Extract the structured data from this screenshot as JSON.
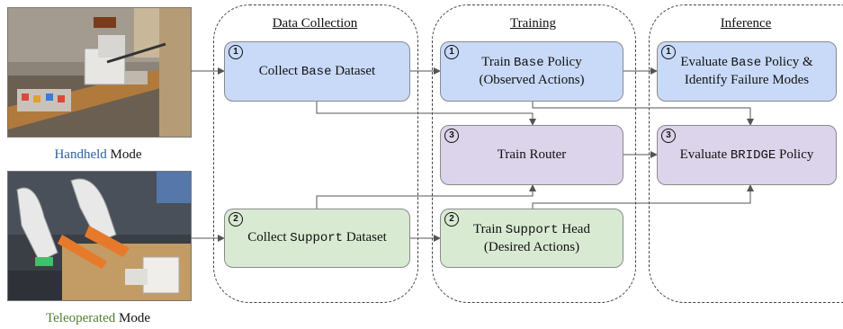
{
  "modes": {
    "handheld": {
      "accent": "Handheld",
      "rest": " Mode",
      "color": "#2f5f9e"
    },
    "teleoperated": {
      "accent": "Teleoperated",
      "rest": " Mode",
      "color": "#4f7f2f"
    }
  },
  "columns": {
    "data_collection": "Data Collection",
    "training": "Training",
    "inference": "Inference"
  },
  "boxes": {
    "collect_base": {
      "badge": "1",
      "pre": "Collect ",
      "mono": "Base",
      "post": " Dataset"
    },
    "collect_support": {
      "badge": "2",
      "pre": "Collect ",
      "mono": "Support",
      "post": " Dataset"
    },
    "train_base": {
      "badge": "1",
      "pre": "Train ",
      "mono": "Base",
      "post": " Policy",
      "line2": "(Observed Actions)"
    },
    "train_router": {
      "badge": "3",
      "label": "Train Router"
    },
    "train_support": {
      "badge": "2",
      "pre": "Train ",
      "mono": "Support",
      "post": " Head",
      "line2": "(Desired Actions)"
    },
    "eval_base": {
      "badge": "1",
      "pre": "Evaluate ",
      "mono": "Base",
      "post": " Policy &",
      "line2": "Identify Failure Modes"
    },
    "eval_bridge": {
      "badge": "3",
      "pre": "Evaluate ",
      "mono": "BRIDGE",
      "post": " Policy"
    }
  },
  "colors": {
    "blue": "#c9daf8",
    "purple": "#dcd4ea",
    "green": "#d9ead3",
    "arrow": "#555555"
  }
}
